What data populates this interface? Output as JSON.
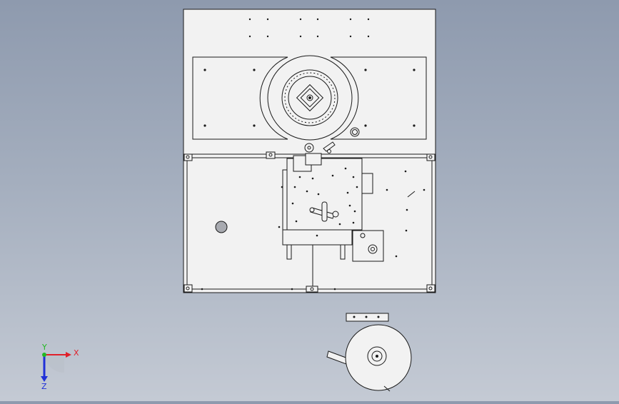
{
  "viewport": {
    "background_top": "#8e9aae",
    "background_bottom": "#c4cad4",
    "part_fill": "#f2f2f2",
    "line_color": "#1a1a1a"
  },
  "triad": {
    "x_label": "X",
    "y_label": "Y",
    "z_label": "Z",
    "x_color": "#e0202a",
    "y_color": "#22b822",
    "z_color": "#2030d8"
  }
}
